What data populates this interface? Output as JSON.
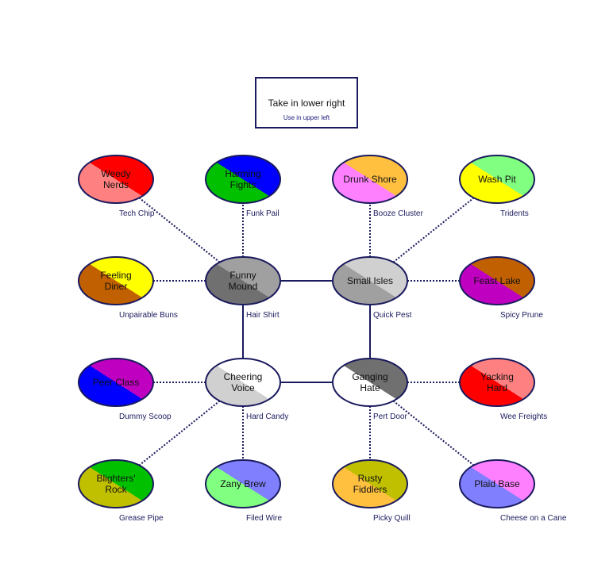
{
  "legend": {
    "title": "Take in lower right",
    "subtitle": "Use in upper left"
  },
  "nodes": [
    {
      "id": "weedy-nerds",
      "lines": [
        "Weedy",
        "Nerds"
      ],
      "sub": "Tech Chip",
      "colors": [
        "#ff8080",
        "#ff0000"
      ]
    },
    {
      "id": "harming-fights",
      "lines": [
        "Harming",
        "Fights"
      ],
      "sub": "Funk Pail",
      "colors": [
        "#00c000",
        "#0000ff"
      ]
    },
    {
      "id": "drunk-shore",
      "lines": [
        "Drunk Shore"
      ],
      "sub": "Booze Cluster",
      "colors": [
        "#ff80ff",
        "#ffc040"
      ]
    },
    {
      "id": "wash-pit",
      "lines": [
        "Wash Pit"
      ],
      "sub": "Tridents",
      "colors": [
        "#ffff00",
        "#80ff80"
      ]
    },
    {
      "id": "feeling-diner",
      "lines": [
        "Feeling",
        "Diner"
      ],
      "sub": "Unpairable Buns",
      "colors": [
        "#c06000",
        "#ffff00"
      ]
    },
    {
      "id": "funny-mound",
      "lines": [
        "Funny",
        "Mound"
      ],
      "sub": "Hair Shirt",
      "colors": [
        "#707070",
        "#a0a0a0"
      ]
    },
    {
      "id": "small-isles",
      "lines": [
        "Small Isles"
      ],
      "sub": "Quick Pest",
      "colors": [
        "#a0a0a0",
        "#d0d0d0"
      ]
    },
    {
      "id": "feast-lake",
      "lines": [
        "Feast Lake"
      ],
      "sub": "Spicy Prune",
      "colors": [
        "#c000c0",
        "#c06000"
      ]
    },
    {
      "id": "peer-class",
      "lines": [
        "Peer Class"
      ],
      "sub": "Dummy Scoop",
      "colors": [
        "#0000ff",
        "#c000c0"
      ]
    },
    {
      "id": "cheering-voice",
      "lines": [
        "Cheering",
        "Voice"
      ],
      "sub": "Hard Candy",
      "colors": [
        "#d0d0d0",
        "#ffffff"
      ]
    },
    {
      "id": "ganging-hate",
      "lines": [
        "Ganging",
        "Hate"
      ],
      "sub": "Pert Door",
      "colors": [
        "#ffffff",
        "#707070"
      ]
    },
    {
      "id": "yacking-hard",
      "lines": [
        "Yacking",
        "Hard"
      ],
      "sub": "Wee Freights",
      "colors": [
        "#ff0000",
        "#ff8080"
      ]
    },
    {
      "id": "blighters-rock",
      "lines": [
        "Blighters'",
        "Rock"
      ],
      "sub": "Grease Pipe",
      "colors": [
        "#c0c000",
        "#00c000"
      ]
    },
    {
      "id": "zany-brew",
      "lines": [
        "Zany Brew"
      ],
      "sub": "Filed Wire",
      "colors": [
        "#80ff80",
        "#8080ff"
      ]
    },
    {
      "id": "rusty-fiddlers",
      "lines": [
        "Rusty",
        "Fiddlers"
      ],
      "sub": "Picky Quill",
      "colors": [
        "#ffc040",
        "#c0c000"
      ]
    },
    {
      "id": "plaid-base",
      "lines": [
        "Plaid Base"
      ],
      "sub": "Cheese on a Cane",
      "colors": [
        "#8080ff",
        "#ff80ff"
      ]
    }
  ],
  "edges": [
    {
      "from": "funny-mound",
      "to": "small-isles",
      "style": "solid"
    },
    {
      "from": "funny-mound",
      "to": "cheering-voice",
      "style": "solid"
    },
    {
      "from": "small-isles",
      "to": "ganging-hate",
      "style": "solid"
    },
    {
      "from": "cheering-voice",
      "to": "ganging-hate",
      "style": "solid"
    },
    {
      "from": "funny-mound",
      "to": "weedy-nerds",
      "style": "dotted"
    },
    {
      "from": "funny-mound",
      "to": "harming-fights",
      "style": "dotted"
    },
    {
      "from": "funny-mound",
      "to": "feeling-diner",
      "style": "dotted"
    },
    {
      "from": "small-isles",
      "to": "drunk-shore",
      "style": "dotted"
    },
    {
      "from": "small-isles",
      "to": "wash-pit",
      "style": "dotted"
    },
    {
      "from": "small-isles",
      "to": "feast-lake",
      "style": "dotted"
    },
    {
      "from": "cheering-voice",
      "to": "peer-class",
      "style": "dotted"
    },
    {
      "from": "cheering-voice",
      "to": "blighters-rock",
      "style": "dotted"
    },
    {
      "from": "cheering-voice",
      "to": "zany-brew",
      "style": "dotted"
    },
    {
      "from": "ganging-hate",
      "to": "yacking-hard",
      "style": "dotted"
    },
    {
      "from": "ganging-hate",
      "to": "rusty-fiddlers",
      "style": "dotted"
    },
    {
      "from": "ganging-hate",
      "to": "plaid-base",
      "style": "dotted"
    }
  ],
  "colors": {
    "stroke": "#1a1a5e",
    "edge": "#1a1a5e"
  }
}
